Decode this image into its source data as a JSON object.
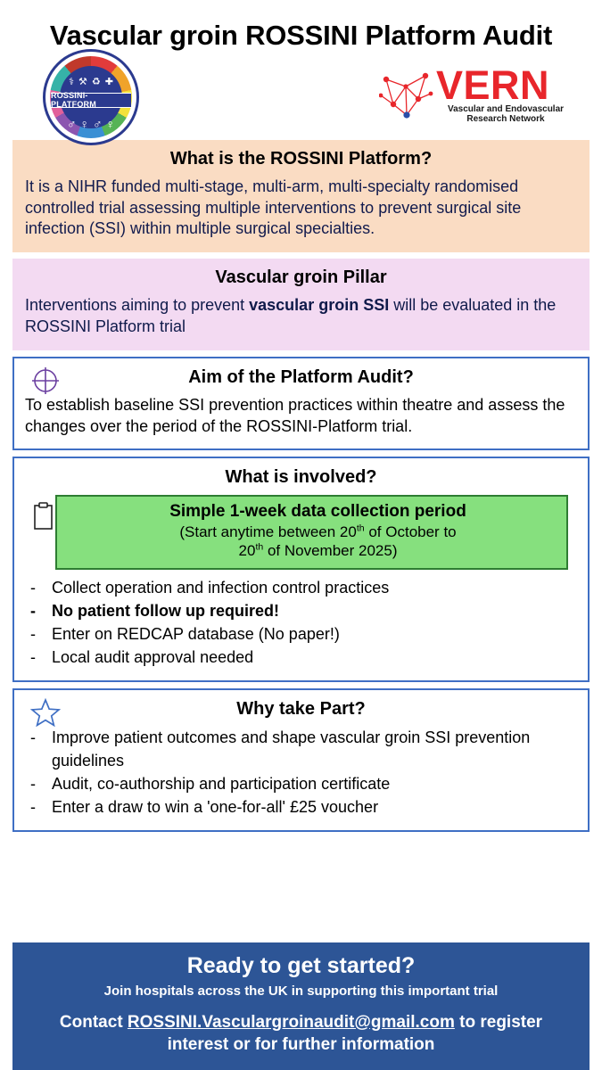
{
  "header": {
    "title": "Vascular groin ROSSINI Platform Audit",
    "rossini_logo": {
      "band_text": "ROSSINI-PLATFORM",
      "icon_name": "rossini-platform-logo"
    },
    "vern_logo": {
      "wordmark": "VERN",
      "subtitle": "Vascular and Endovascular Research Network",
      "icon_name": "vern-network-logo"
    }
  },
  "sections": [
    {
      "id": "what-is-rossini",
      "title": "What is the ROSSINI Platform?",
      "body": "It is a NIHR funded multi-stage, multi-arm, multi-specialty randomised controlled trial assessing multiple interventions to prevent surgical site infection (SSI) within multiple surgical specialties."
    },
    {
      "id": "vascular-groin-pillar",
      "title": "Vascular groin Pillar",
      "body_pre": "Interventions aiming to prevent ",
      "body_bold": "vascular groin SSI",
      "body_post": " will be evaluated in the ROSSINI Platform trial"
    },
    {
      "id": "aim-of-audit",
      "title": "Aim of the Platform Audit?",
      "icon_name": "target-crosshair-icon",
      "body": "To establish baseline SSI prevention practices within theatre and assess the changes over the period of the ROSSINI-Platform trial."
    },
    {
      "id": "what-is-involved",
      "title": "What is involved?",
      "green_box": {
        "icon_name": "clipboard-icon",
        "heading": "Simple 1-week data collection period",
        "sub_line1_pre": "(Start anytime between 20",
        "sub_line1_sup": "th",
        "sub_line1_post": " of October to",
        "sub_line2_pre": "20",
        "sub_line2_sup": "th",
        "sub_line2_post": " of November 2025)"
      },
      "bullets": [
        {
          "text": "Collect operation and infection control practices",
          "bold": false
        },
        {
          "text": "No patient follow up required!",
          "bold": true
        },
        {
          "text": "Enter on REDCAP database (No paper!)",
          "bold": false
        },
        {
          "text": "Local audit approval needed",
          "bold": false
        }
      ]
    },
    {
      "id": "why-take-part",
      "title": "Why take Part?",
      "icon_name": "star-icon",
      "bullets": [
        {
          "text": "Improve patient outcomes and shape vascular groin SSI prevention guidelines",
          "bold": false
        },
        {
          "text": "Audit, co-authorship and participation certificate",
          "bold": false
        },
        {
          "text": "Enter a draw to win a 'one-for-all' £25 voucher",
          "bold": false
        }
      ]
    }
  ],
  "footer": {
    "title": "Ready to get started?",
    "subtitle": "Join hospitals across the UK in supporting this important trial",
    "contact_pre": "Contact ",
    "contact_email": "ROSSINI.Vasculargroinaudit@gmail.com",
    "contact_post": " to register interest or for further information"
  },
  "colors": {
    "peach": "#fadcc3",
    "pink": "#f3daf2",
    "blue_border": "#3f6fc4",
    "green_fill": "#86e07e",
    "green_border": "#2e7d32",
    "footer_blue": "#2d5596",
    "vern_red": "#e8262b",
    "rossini_navy": "#2b3a8f"
  }
}
